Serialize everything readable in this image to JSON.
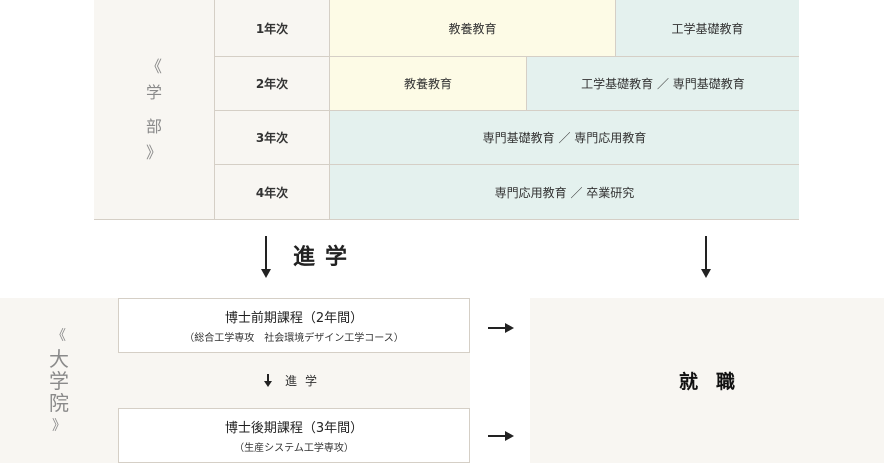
{
  "undergrad": {
    "label_chars": [
      "《",
      "学",
      "部",
      "》"
    ],
    "years": [
      {
        "label": "1年次",
        "segments": [
          {
            "text": "教養教育",
            "tone": "cream"
          },
          {
            "text": "工学基礎教育",
            "tone": "mint"
          }
        ]
      },
      {
        "label": "2年次",
        "segments": [
          {
            "text": "教養教育",
            "tone": "cream"
          },
          {
            "text": "工学基礎教育 ／ 専門基礎教育",
            "tone": "mint"
          }
        ]
      },
      {
        "label": "3年次",
        "segments": [
          {
            "text": "専門基礎教育 ／ 専門応用教育",
            "tone": "mint"
          }
        ]
      },
      {
        "label": "4年次",
        "segments": [
          {
            "text": "専門応用教育 ／ 卒業研究",
            "tone": "mint"
          }
        ]
      }
    ]
  },
  "advance_label": "進学",
  "grad": {
    "label_chars": [
      "《",
      "大",
      "学",
      "院",
      "》"
    ],
    "master": {
      "title": "博士前期課程（2年間）",
      "subtitle": "（総合工学専攻　社会環境デザイン工学コース）"
    },
    "advance_label": "進学",
    "doctor": {
      "title": "博士後期課程（3年間）",
      "subtitle": "（生産システム工学専攻）"
    }
  },
  "employment_label": "就職",
  "colors": {
    "cream": "#fdfbe6",
    "mint": "#e4f1ee",
    "panel": "#f8f6f2",
    "border": "#d5cfc6"
  }
}
